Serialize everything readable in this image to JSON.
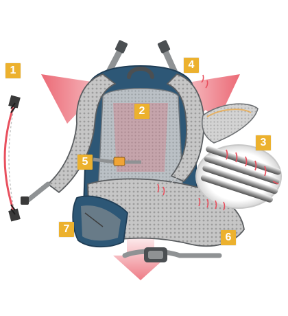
{
  "colors": {
    "badge": "#ecb12e",
    "accent_orange": "#f0a436",
    "airflow_red": "#e8505e",
    "mesh_grey": "#b9b9b9",
    "strap_grey": "#8f9294",
    "pack_blue": "#2d5776",
    "outline": "#4b4f52"
  },
  "callouts": [
    {
      "number": "1",
      "icon": "frame-flex-arc"
    },
    {
      "number": "2",
      "icon": "back-panel"
    },
    {
      "number": "3",
      "icon": "foam-channels"
    },
    {
      "number": "4",
      "icon": "shoulder-strap"
    },
    {
      "number": "5",
      "icon": "chest-buckle"
    },
    {
      "number": "6",
      "icon": "hip-belt"
    },
    {
      "number": "7",
      "icon": "side-pocket"
    }
  ]
}
